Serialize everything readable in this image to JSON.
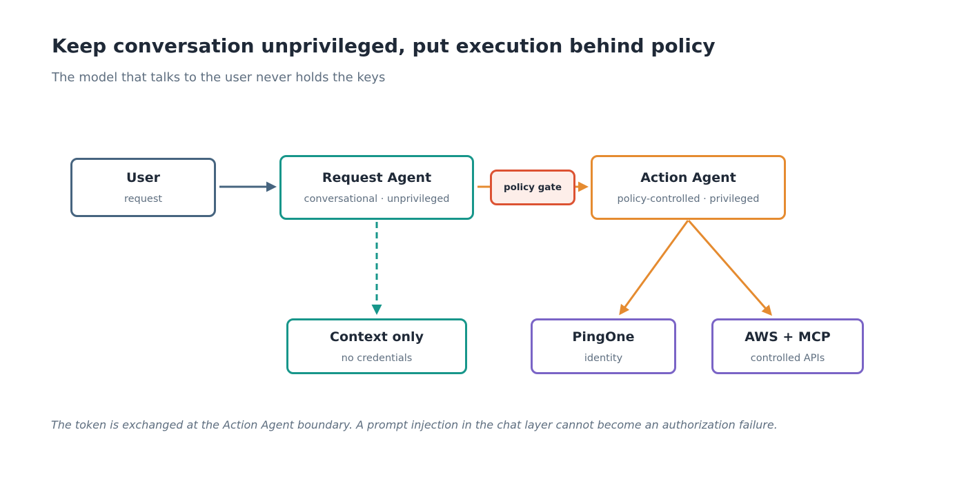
{
  "header": {
    "title": "Keep conversation unprivileged, put execution behind policy",
    "subtitle": "The model that talks to the user never holds the keys"
  },
  "nodes": {
    "user": {
      "title": "User",
      "subtitle": "request"
    },
    "request_agent": {
      "title": "Request Agent",
      "subtitle": "conversational · unprivileged"
    },
    "policy_gate": {
      "label": "policy gate"
    },
    "action_agent": {
      "title": "Action Agent",
      "subtitle": "policy-controlled · privileged"
    },
    "context": {
      "title": "Context only",
      "subtitle": "no credentials"
    },
    "pingone": {
      "title": "PingOne",
      "subtitle": "identity"
    },
    "aws_mcp": {
      "title": "AWS + MCP",
      "subtitle": "controlled APIs"
    }
  },
  "footnote": "The token is exchanged at the Action Agent boundary. A prompt injection in the chat layer cannot become an authorization failure.",
  "colors": {
    "user": "#46647f",
    "request": "#17968a",
    "action": "#e58b30",
    "gate": "#dc5232",
    "gate_fill": "#fdeee9",
    "backend": "#7a64c6",
    "text_dark": "#1f2937",
    "text_muted": "#5f6f80"
  }
}
